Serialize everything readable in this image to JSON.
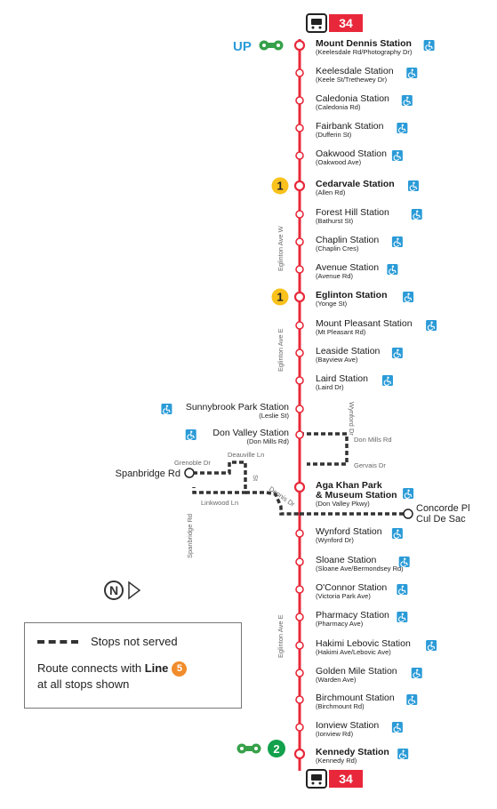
{
  "bus_top": {
    "route": "34"
  },
  "bus_bottom": {
    "route": "34"
  },
  "up_express": {
    "label": "UP"
  },
  "kennedy_line": {
    "number": "2"
  },
  "stations": [
    {
      "name": "Mount Dennis Station",
      "sub": "(Keelesdale Rd/Photography Dr)",
      "bold": true,
      "accessible": true,
      "side": "right",
      "connection": "up"
    },
    {
      "name": "Keelesdale Station",
      "sub": "(Keele St/Trethewey Dr)",
      "accessible": true,
      "side": "right"
    },
    {
      "name": "Caledonia Station",
      "sub": "(Caledonia Rd)",
      "accessible": true,
      "side": "right"
    },
    {
      "name": "Fairbank Station",
      "sub": "(Dufferin St)",
      "accessible": true,
      "side": "right"
    },
    {
      "name": "Oakwood Station",
      "sub": "(Oakwood Ave)",
      "accessible": true,
      "side": "right"
    },
    {
      "name": "Cedarvale Station",
      "sub": "(Allen Rd)",
      "bold": true,
      "accessible": true,
      "side": "right",
      "connection": "line1",
      "line": "1"
    },
    {
      "name": "Forest Hill Station",
      "sub": "(Bathurst St)",
      "accessible": true,
      "side": "right"
    },
    {
      "name": "Chaplin Station",
      "sub": "(Chaplin Cres)",
      "accessible": true,
      "side": "right"
    },
    {
      "name": "Avenue Station",
      "sub": "(Avenue Rd)",
      "accessible": true,
      "side": "right"
    },
    {
      "name": "Eglinton Station",
      "sub": "(Yonge St)",
      "bold": true,
      "accessible": true,
      "side": "right",
      "connection": "line1",
      "line": "1"
    },
    {
      "name": "Mount Pleasant Station",
      "sub": "(Mt Pleasant Rd)",
      "accessible": true,
      "side": "right"
    },
    {
      "name": "Leaside Station",
      "sub": "(Bayview Ave)",
      "accessible": true,
      "side": "right"
    },
    {
      "name": "Laird Station",
      "sub": "(Laird Dr)",
      "accessible": true,
      "side": "right"
    },
    {
      "name": "Sunnybrook Park Station",
      "sub": "(Leslie St)",
      "accessible": true,
      "side": "left"
    },
    {
      "name": "Don Valley Station",
      "sub": "(Don Mills Rd)",
      "accessible": true,
      "side": "left"
    },
    {
      "name": "Aga Khan Park",
      "name2": "& Museum Station",
      "sub": "(Don Valley Pkwy)",
      "bold": true,
      "accessible": true,
      "side": "right"
    },
    {
      "name": "Wynford Station",
      "sub": "(Wynford Dr)",
      "accessible": true,
      "side": "right"
    },
    {
      "name": "Sloane Station",
      "sub": "(Sloane Ave/Bermondsey Rd)",
      "accessible": true,
      "side": "right"
    },
    {
      "name": "O'Connor Station",
      "sub": "(Victoria Park Ave)",
      "accessible": true,
      "side": "right"
    },
    {
      "name": "Pharmacy Station",
      "sub": "(Pharmacy Ave)",
      "accessible": true,
      "side": "right"
    },
    {
      "name": "Hakimi Lebovic Station",
      "sub": "(Hakimi Ave/Lebovic Ave)",
      "accessible": true,
      "side": "right"
    },
    {
      "name": "Golden Mile Station",
      "sub": "(Warden Ave)",
      "accessible": true,
      "side": "right"
    },
    {
      "name": "Birchmount Station",
      "sub": "(Birchmount Rd)",
      "accessible": true,
      "side": "right"
    },
    {
      "name": "Ionview Station",
      "sub": "(Ionview Rd)",
      "accessible": true,
      "side": "right"
    },
    {
      "name": "Kennedy Station",
      "sub": "(Kennedy Rd)",
      "bold": true,
      "accessible": true,
      "side": "right",
      "connection": "line2"
    }
  ],
  "streets": {
    "eglinton_w": "Eglinton Ave W",
    "eglinton_e1": "Eglinton Ave E",
    "eglinton_e2": "Eglinton Ave E",
    "wynford_dr": "Wynford Dr",
    "don_mills_rd": "Don Mills Rd",
    "gervais_dr": "Gervais Dr",
    "grenoble_dr": "Grenoble Dr",
    "deauville_ln": "Deauville Ln",
    "st": "St",
    "dennis_dr": "Dennis Dr",
    "linkwood_ln": "Linkwood Ln",
    "spanbridge_rd_vertical": "Spanbridge Rd"
  },
  "termini": {
    "spanbridge": "Spanbridge Rd",
    "concorde_1": "Concorde Pl",
    "concorde_2": "Cul De Sac"
  },
  "compass": {
    "letter": "N"
  },
  "legend": {
    "not_served": "Stops not served",
    "connects_prefix": "Route connects with ",
    "connects_line": "Line",
    "connects_line_number": "5",
    "connects_suffix": "at all stops shown"
  },
  "colors": {
    "route": "#e8283a",
    "line1": "#f9c21c",
    "line2": "#12a14c",
    "line5": "#f08c2c",
    "accessible": "#2b9bd7",
    "up_express": "#2b9bd7",
    "go_green": "#37a14a",
    "dashed": "#333333"
  }
}
